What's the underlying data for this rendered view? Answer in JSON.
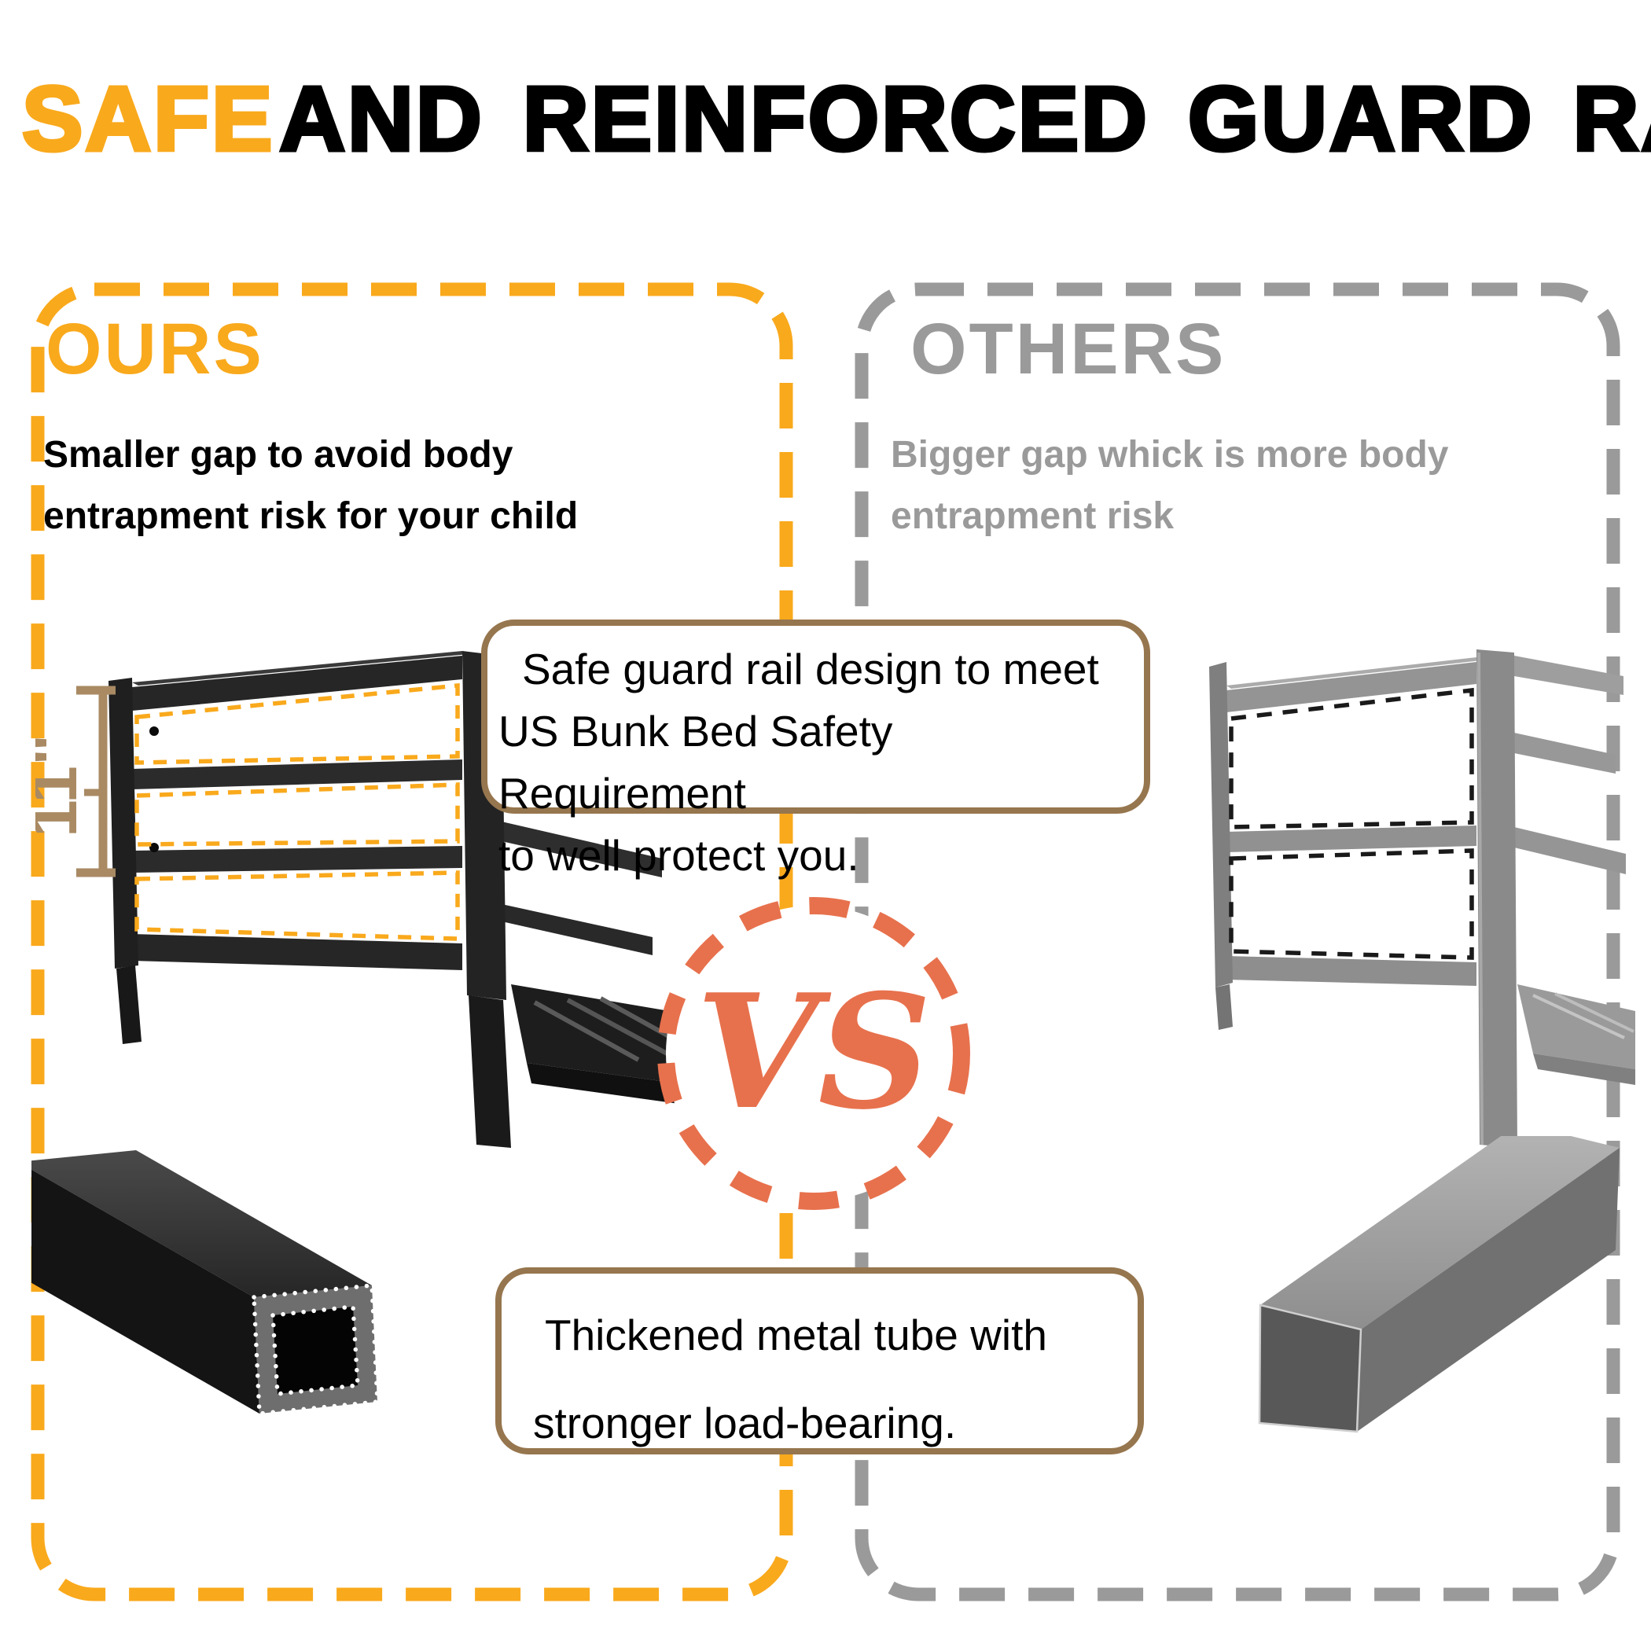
{
  "title": {
    "highlight": "SAFE",
    "rest": "AND REINFORCED GUARD RAIL"
  },
  "panels": {
    "ours": {
      "heading": "OURS",
      "description_lines": [
        "Smaller gap to avoid body",
        "entrapment risk for your child"
      ],
      "accent_color": "#F9A91C",
      "measurement_label": "11\""
    },
    "others": {
      "heading": "OTHERS",
      "description_lines": [
        "Bigger gap whick is more body",
        "entrapment risk"
      ],
      "accent_color": "#9A9A9A"
    }
  },
  "callouts": {
    "border_color": "#96764E",
    "top": {
      "lines": [
        "Safe guard rail design to meet",
        "US Bunk Bed Safety Requirement",
        "to well protect you."
      ]
    },
    "bottom": {
      "lines": [
        "Thickened metal tube with",
        "stronger load-bearing."
      ]
    }
  },
  "vs_badge": {
    "label": "VS",
    "color": "#E7714D"
  }
}
